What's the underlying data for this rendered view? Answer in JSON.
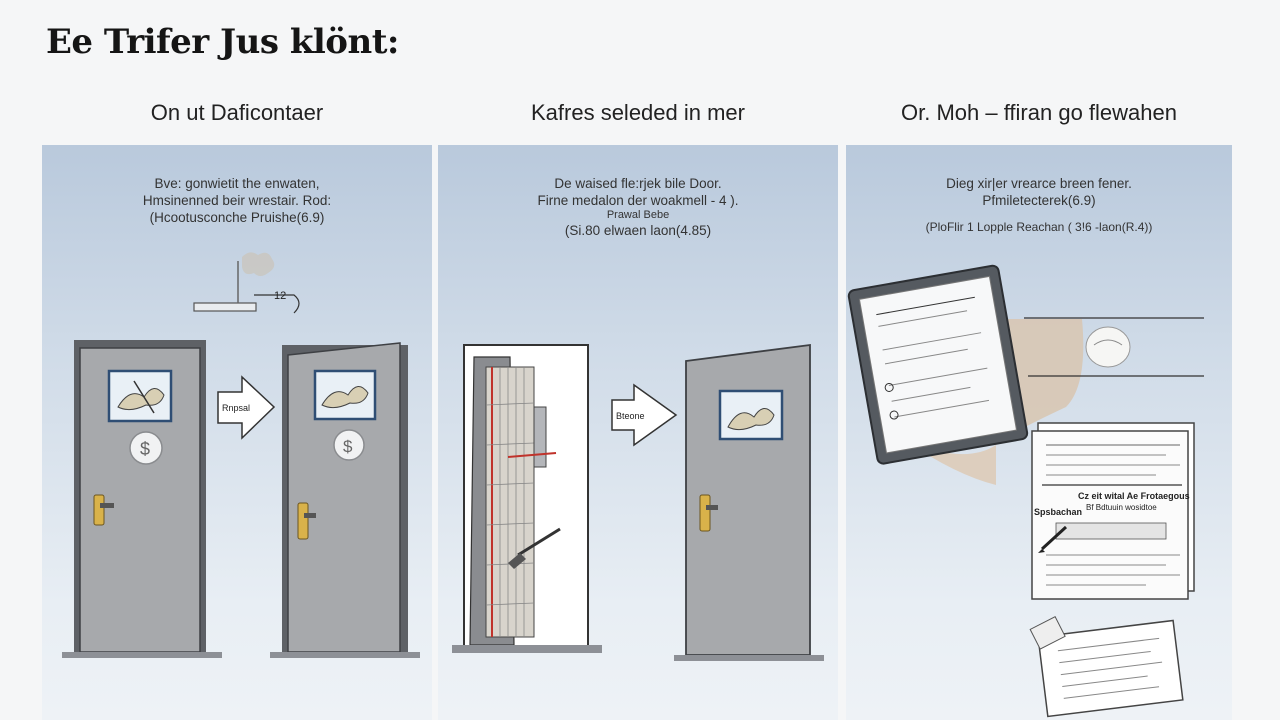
{
  "title": "Ee Trifer Jus klönt:",
  "colors": {
    "panel_top": "#b9c9dc",
    "panel_bottom": "#eef2f6",
    "door": "#a7a9ac",
    "handle": "#d9b24a",
    "accent_red": "#c0332b"
  },
  "steps": [
    {
      "heading": "On ut Daficontaer",
      "description": [
        "Bve: gonwietit the enwaten,",
        "Hmsinenned beir wrestair. Rod:",
        "(Hcootusconche Pruishe(6.9)"
      ],
      "annotation": "12",
      "arrow_label": "Rnpsal",
      "icons": [
        "smoke-detector-icon",
        "door-sign-icon",
        "coin-icon",
        "door-handle-icon",
        "arrow-right-icon"
      ]
    },
    {
      "heading": "Kafres seleded in mer",
      "description": [
        "De waised fle:rjek bile Door.",
        "Firne medalon der woakmell - 4 ).",
        "Prawal Bebe",
        "(Si.80 elwaen laon(4.85)"
      ],
      "arrow_label": "Bteone",
      "icons": [
        "door-frame-cutaway-icon",
        "screwdriver-icon",
        "door-sign-icon",
        "door-handle-icon",
        "arrow-right-icon"
      ]
    },
    {
      "heading": "Or. Moh – ffiran go flewahen",
      "description": [
        "Dieg xir|er vrearce breen fener.",
        "Pfmiletecterek(6.9)"
      ],
      "subline": "(PloFlir 1 Lopple Reachan ( 3!6 -laon(R.4))",
      "doc_text": [
        "Cz eit wital Ae Frotaegous",
        "Bf Bdtuuin wosidtoe",
        "Spsbachan"
      ],
      "icons": [
        "tablet-certificate-icon",
        "document-icon",
        "pen-icon",
        "checklist-icon"
      ]
    }
  ]
}
